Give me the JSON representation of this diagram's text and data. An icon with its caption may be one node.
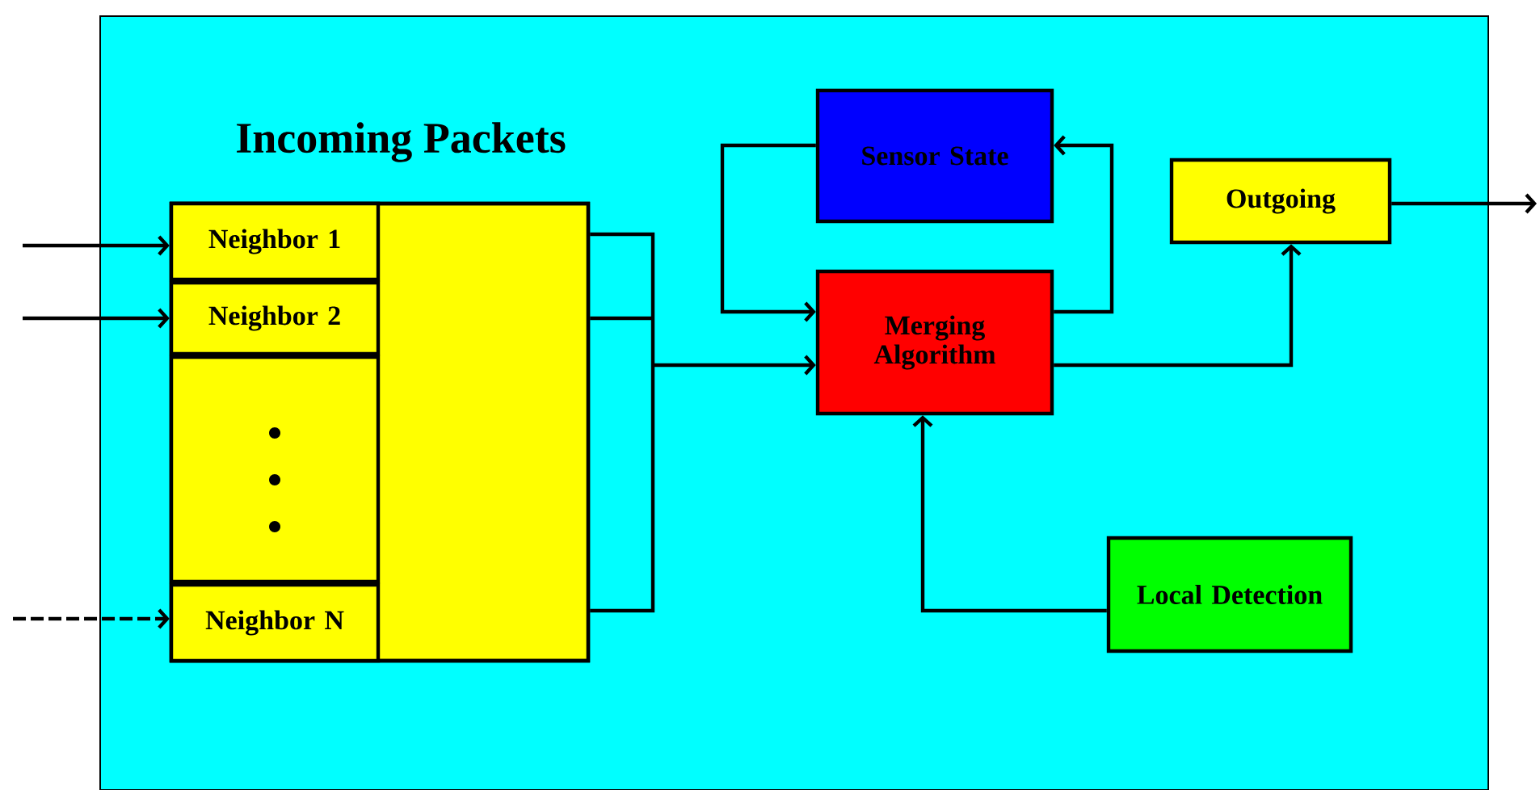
{
  "diagram": {
    "nodes": [
      {
        "text": [
          "Incoming Packets"
        ]
      },
      {
        "text": [
          "Neighbor 1"
        ],
        "in": 0
      },
      {
        "text": [
          "Neighbor 2"
        ],
        "in": 0
      },
      {
        "text": [],
        "shape": "box",
        "in": 0
      },
      {
        "text": [
          "Neighbor N"
        ],
        "in": 0
      },
      {
        "text": [
          "Sensor State"
        ]
      },
      {
        "text": [
          "Merging Algorithm"
        ]
      },
      {
        "text": [
          "Outgoing"
        ]
      },
      {
        "text": [
          "Local Detection"
        ]
      }
    ],
    "edges": [
      {
        "from": null,
        "to": 1,
        "arrow": "to"
      },
      {
        "from": null,
        "to": 2,
        "arrow": "to"
      },
      {
        "from": null,
        "to": 4,
        "arrow": "to",
        "style": "dashed"
      },
      {
        "from": 0,
        "to": 6,
        "arrow": "to"
      },
      {
        "from": 5,
        "to": 6,
        "arrow": "to"
      },
      {
        "from": 6,
        "to": 5,
        "arrow": "to"
      },
      {
        "from": 6,
        "to": 7,
        "arrow": "to"
      },
      {
        "from": 8,
        "to": 6,
        "arrow": "to"
      },
      {
        "from": 7,
        "to": null,
        "arrow": "to"
      }
    ]
  }
}
